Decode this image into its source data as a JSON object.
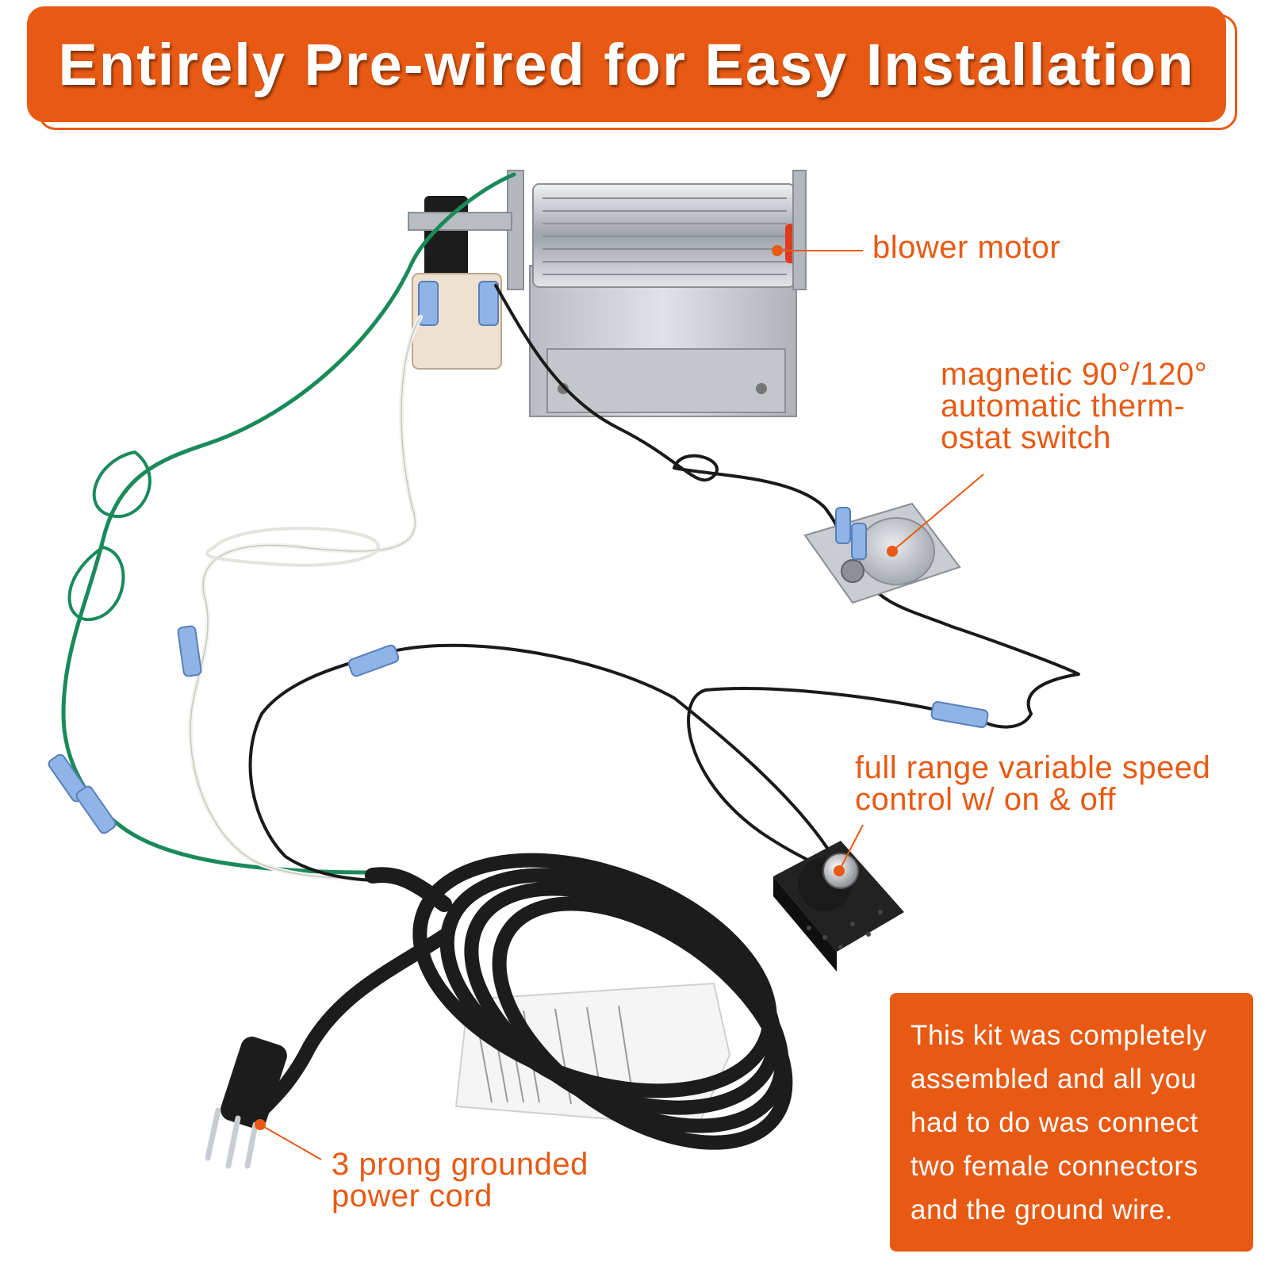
{
  "banner": {
    "title": "Entirely Pre-wired for Easy Installation"
  },
  "callouts": {
    "blower_motor": "blower motor",
    "thermostat": "magnetic 90°/120°\nautomatic therm-\nostat switch",
    "speed_control": "full range variable speed\ncontrol w/ on & off",
    "power_cord": "3 prong grounded\npower cord"
  },
  "note": {
    "text": "This kit was completely assembled and all you had to do was connect two female connectors and the ground wire."
  },
  "colors": {
    "accent": "#e85a14",
    "green_wire": "#1a8a5a",
    "white_wire": "#f2f2ee",
    "black_wire": "#1a1a1a",
    "connector_blue": "#8fb4e8",
    "metal": "#c9ccd1"
  }
}
